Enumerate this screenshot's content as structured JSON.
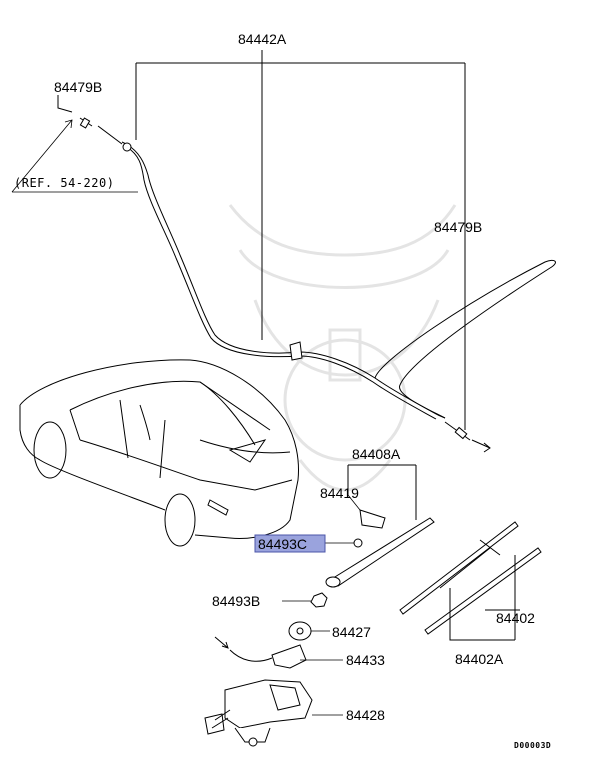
{
  "labels": {
    "hose_assy": "84442A",
    "joint_left": "84479B",
    "joint_right": "84479B",
    "reference": "(REF. 54-220)",
    "arm_assy": "84408A",
    "cap": "84419",
    "nut_highlight": "84493C",
    "nut": "84493B",
    "packing": "84427",
    "bracket": "84433",
    "motor": "84428",
    "blade": "84402",
    "blade_rubber": "84402A"
  },
  "footer_code": "D00003D",
  "highlight_color": "#9aa3dd"
}
